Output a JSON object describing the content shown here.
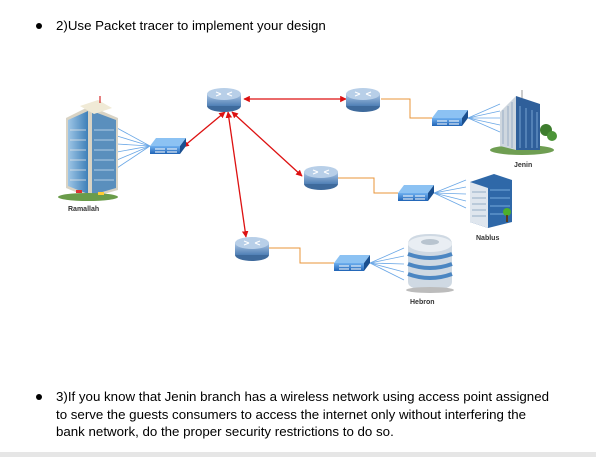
{
  "bullets": {
    "item1": "2)Use Packet tracer to implement your design",
    "item2": "3)If you know that Jenin branch has a wireless network using access point assigned to serve the guests consumers to access the internet only without interfering the bank network, do the proper security restrictions to do so."
  },
  "diagram": {
    "sites": {
      "ramallah": "Ramallah",
      "jenin": "Jenin",
      "nablus": "Nablus",
      "hebron": "Hebron"
    },
    "colors": {
      "wan_link": "#dd1111",
      "ethernet_link": "#e8943a",
      "lan_link": "#6aa7e6",
      "router_body": "#6f9ac8",
      "switch_body": "#3f86d6"
    }
  }
}
